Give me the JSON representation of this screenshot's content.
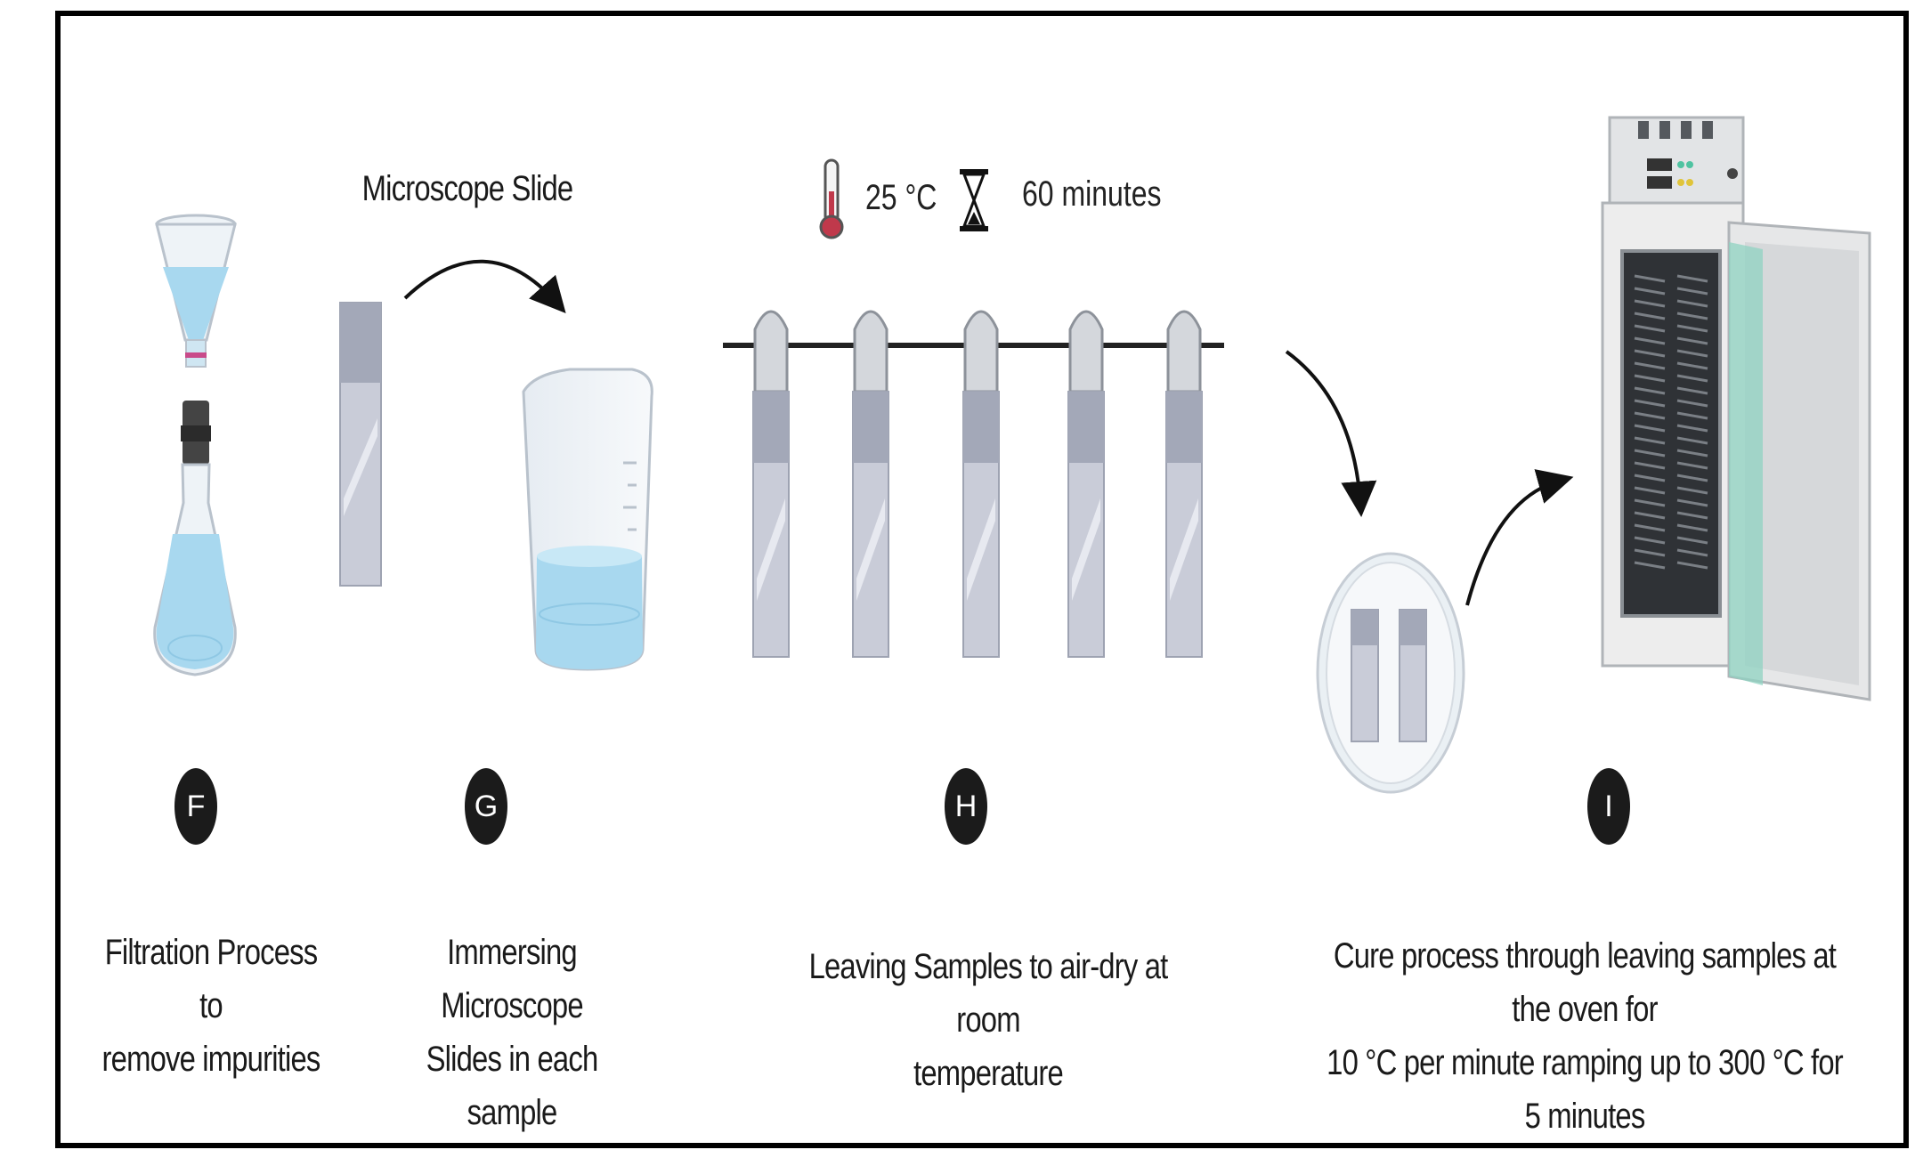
{
  "labels": {
    "microscope_slide": "Microscope Slide",
    "temperature": "25 °C",
    "duration": "60 minutes"
  },
  "steps": [
    {
      "badge": "F",
      "line1": "Filtration Process to",
      "line2": "remove impurities"
    },
    {
      "badge": "G",
      "line1": "Immersing Microscope",
      "line2": "Slides in each sample"
    },
    {
      "badge": "H",
      "line1": "Leaving Samples to air-dry at room",
      "line2": "temperature"
    },
    {
      "badge": "I",
      "line1": "Cure process through leaving samples at the oven for",
      "line2": "10 °C per minute ramping up to 300 °C  for 5 minutes"
    }
  ],
  "icons": [
    "flask-funnel-icon",
    "microscope-slide-icon",
    "beaker-icon",
    "thermometer-icon",
    "hourglass-icon",
    "drying-rack-icon",
    "petri-dish-icon",
    "oven-icon"
  ],
  "colors": {
    "liquid": "#a8d8ef",
    "slide": "#c9ccd8",
    "slide_top": "#a3a8b8",
    "badge": "#1b1b1b",
    "frame": "#000000",
    "oven_door": "#8fd3c2"
  }
}
